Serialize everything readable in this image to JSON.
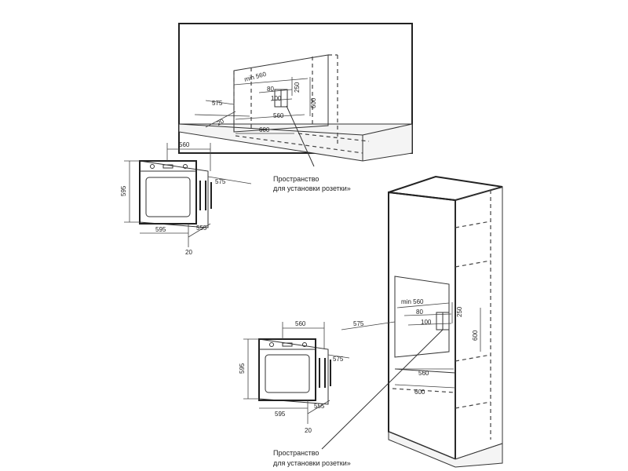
{
  "top_cabinet": {
    "dims": {
      "min_width": "min 560",
      "d80": "80",
      "d100": "100",
      "d250": "250",
      "d600_v": "600",
      "d575": "575",
      "d20": "20",
      "d560": "560",
      "d600_h": "600"
    },
    "note_line1": "Пространство",
    "note_line2": "для установки розетки»"
  },
  "oven_top": {
    "dims": {
      "w560": "560",
      "h595": "595",
      "d575": "575",
      "w595": "595",
      "d555": "555",
      "d20": "20"
    }
  },
  "oven_bottom": {
    "dims": {
      "w560": "560",
      "h595": "595",
      "d575": "575",
      "w595": "595",
      "d555": "555",
      "d20": "20"
    }
  },
  "tall_cabinet": {
    "dims": {
      "min_width": "min 560",
      "d80": "80",
      "d100": "100",
      "d250": "250",
      "d600_v": "600",
      "d575": "575",
      "d560": "560",
      "d600_h": "600"
    },
    "note_line1": "Пространство",
    "note_line2": "для установки розетки»"
  }
}
